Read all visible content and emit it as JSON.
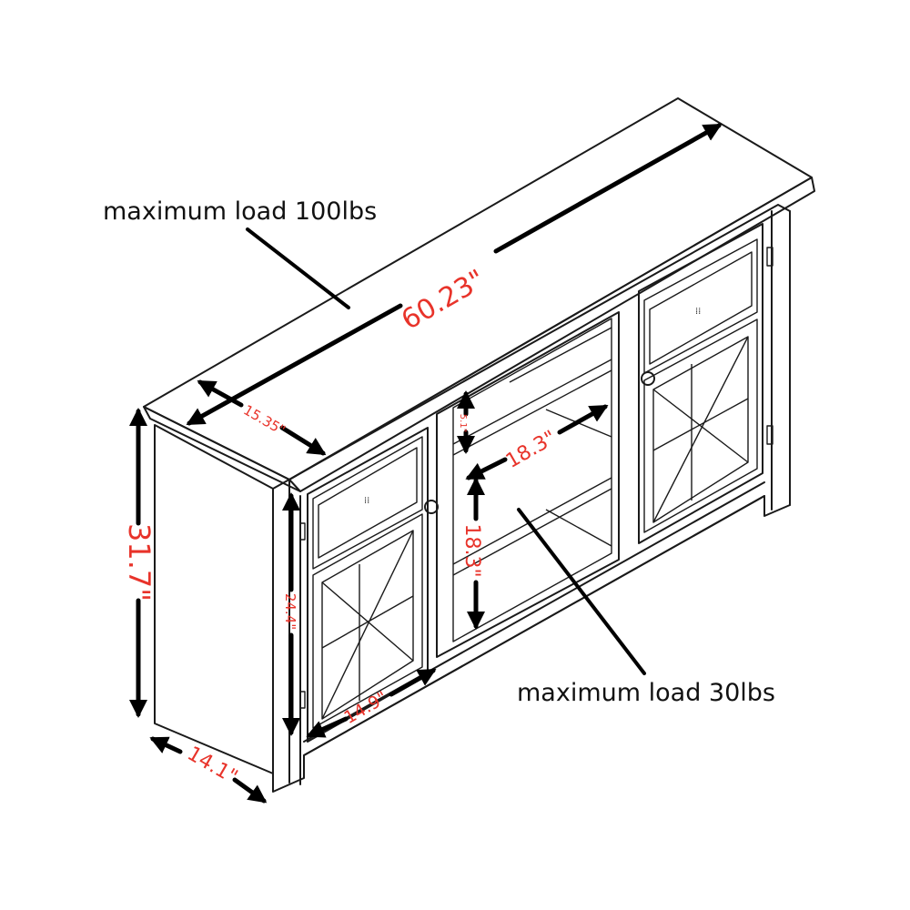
{
  "annotations": {
    "top_load": "maximum load 100lbs",
    "shelf_load": "maximum load 30lbs"
  },
  "dimensions": {
    "width": "60.23\"",
    "top_depth": "15.35\"",
    "height": "31.7\"",
    "base_depth": "14.1\"",
    "door_height": "24.4\"",
    "door_width": "14.9\"",
    "shelf_width": "18.3\"",
    "shelf_height": "18.3\"",
    "top_gap": "5.1\""
  },
  "colors": {
    "dimension_text": "#e8332a",
    "lines": "#1a1a1a",
    "background": "#ffffff"
  }
}
